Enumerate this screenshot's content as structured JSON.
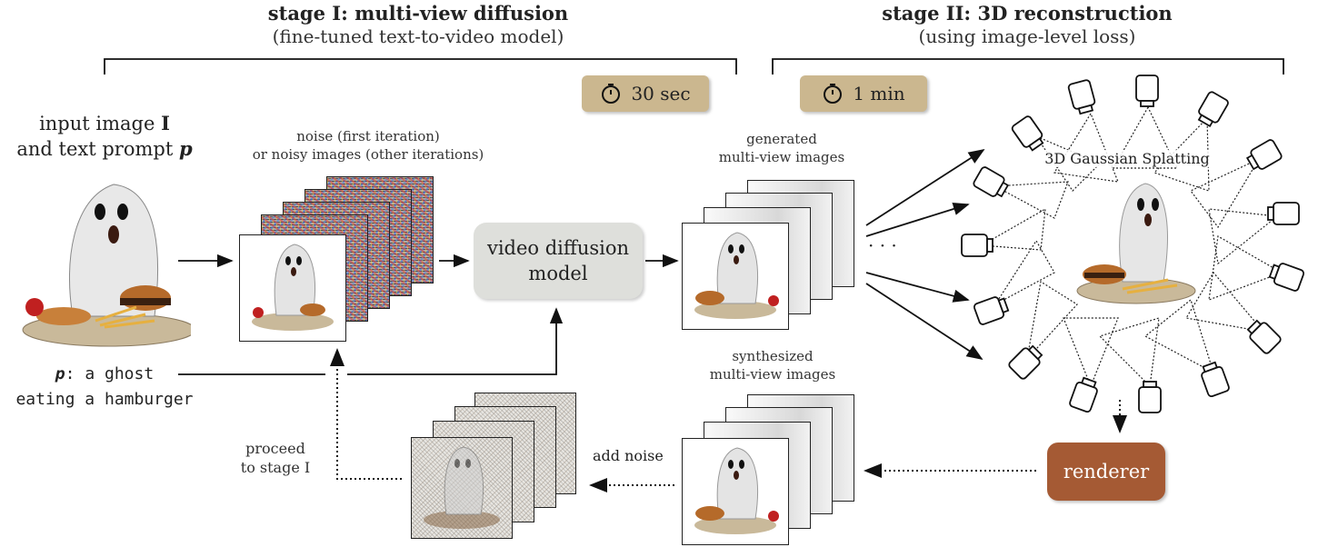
{
  "stage1": {
    "title": "stage I: multi-view diffusion",
    "subtitle": "(fine-tuned text-to-video model)",
    "time": "30 sec"
  },
  "stage2": {
    "title": "stage II: 3D reconstruction",
    "subtitle": "(using image-level loss)",
    "time": "1 min"
  },
  "input": {
    "line1a": "input image ",
    "line1b": "I",
    "line2a": "and text prompt ",
    "line2b": "p"
  },
  "prompt": {
    "p": "p",
    "line1": ": a ghost",
    "line2": "eating a hamburger"
  },
  "noise_label": {
    "line1": "noise (first iteration)",
    "line2": "or noisy images (other iterations)"
  },
  "video_model": {
    "line1": "video diffusion",
    "line2": "model"
  },
  "generated_label": {
    "line1": "generated",
    "line2": "multi-view images"
  },
  "ellipsis": "· · ·",
  "gs_label": "3D Gaussian Splatting",
  "synth_label": {
    "line1": "synthesized",
    "line2": "multi-view images"
  },
  "add_noise": "add noise",
  "proceed": {
    "line1": "proceed",
    "line2": "to stage I"
  },
  "renderer": "renderer",
  "colors": {
    "timer": "#cbb78f",
    "model_box": "#dedfdb",
    "renderer": "#a55a34"
  }
}
